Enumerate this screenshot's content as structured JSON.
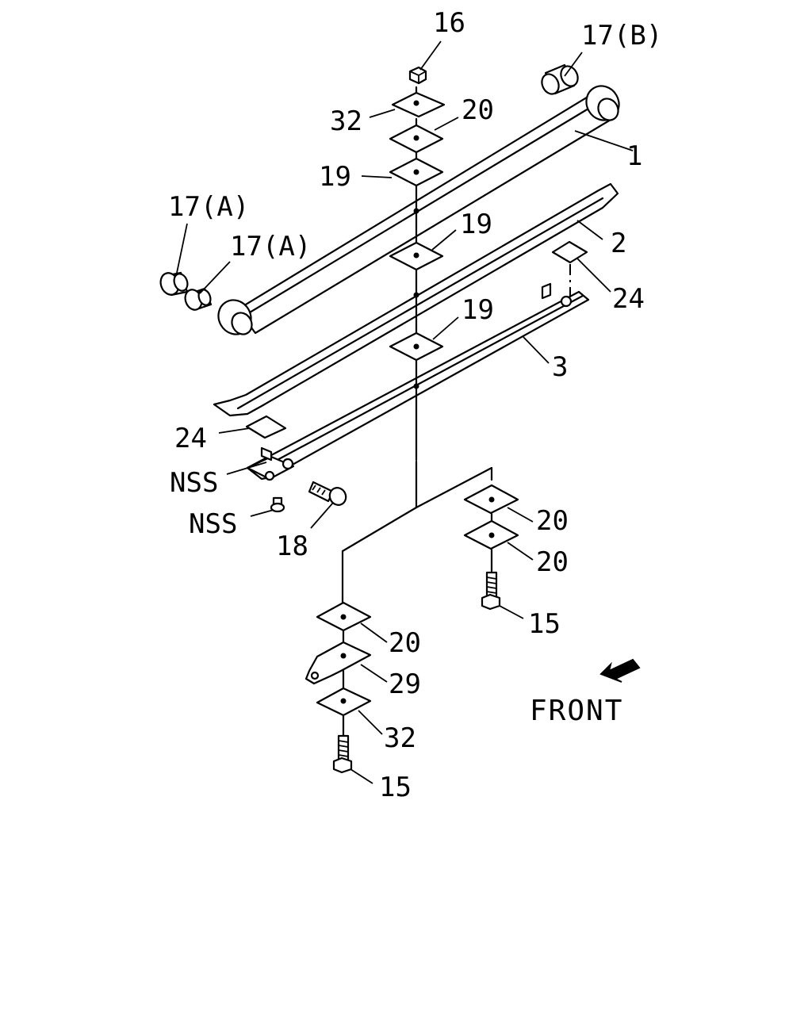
{
  "labels": {
    "p16": "16",
    "p17b": "17(B)",
    "p32_top": "32",
    "p20_top": "20",
    "p1": "1",
    "p19_a": "19",
    "p17a_1": "17(A)",
    "p17a_2": "17(A)",
    "p19_b": "19",
    "p2": "2",
    "p24_right": "24",
    "p19_c": "19",
    "p3": "3",
    "p24_left": "24",
    "nss_1": "NSS",
    "nss_2": "NSS",
    "p18": "18",
    "p20_r1": "20",
    "p20_r2": "20",
    "p15_r": "15",
    "p20_l": "20",
    "p29": "29",
    "p32_bot": "32",
    "p15_l": "15",
    "front": "FRONT"
  }
}
